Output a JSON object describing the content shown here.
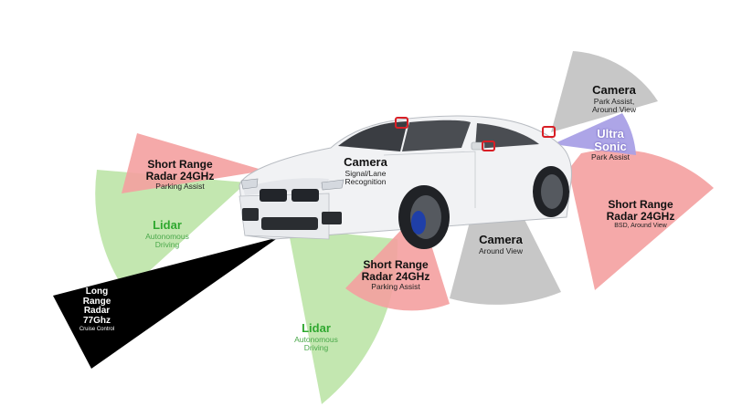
{
  "sensors": {
    "camera_front": {
      "title": "Camera",
      "sub": "Signal/Lane\nRecognition"
    },
    "camera_rear_top": {
      "title": "Camera",
      "sub": "Park Assist,\nAround View"
    },
    "camera_side": {
      "title": "Camera",
      "sub": "Around View"
    },
    "ultrasonic": {
      "title": "Ultra\nSonic",
      "sub": "Park Assist"
    },
    "srr_front_left": {
      "title": "Short Range\nRadar 24GHz",
      "sub": "Parking Assist"
    },
    "srr_front_right": {
      "title": "Short Range\nRadar 24GHz",
      "sub": "Parking Assist"
    },
    "srr_rear": {
      "title": "Short Range\nRadar 24GHz",
      "sub": "BSD, Around View"
    },
    "lidar_left": {
      "title": "Lidar",
      "sub": "Autonomous\nDriving"
    },
    "lidar_front": {
      "title": "Lidar",
      "sub": "Autonomous\nDriving"
    },
    "long_range_radar": {
      "title": "Long\nRange\nRadar\n77Ghz",
      "sub": "Cruise Control"
    }
  },
  "colors": {
    "radar": "#f4a0a0",
    "lidar": "#b9e3a2",
    "camera": "#c8c8c8",
    "ultrasonic": "#a9a0e6",
    "long_range": "#000000",
    "marker": "#d81f26"
  }
}
